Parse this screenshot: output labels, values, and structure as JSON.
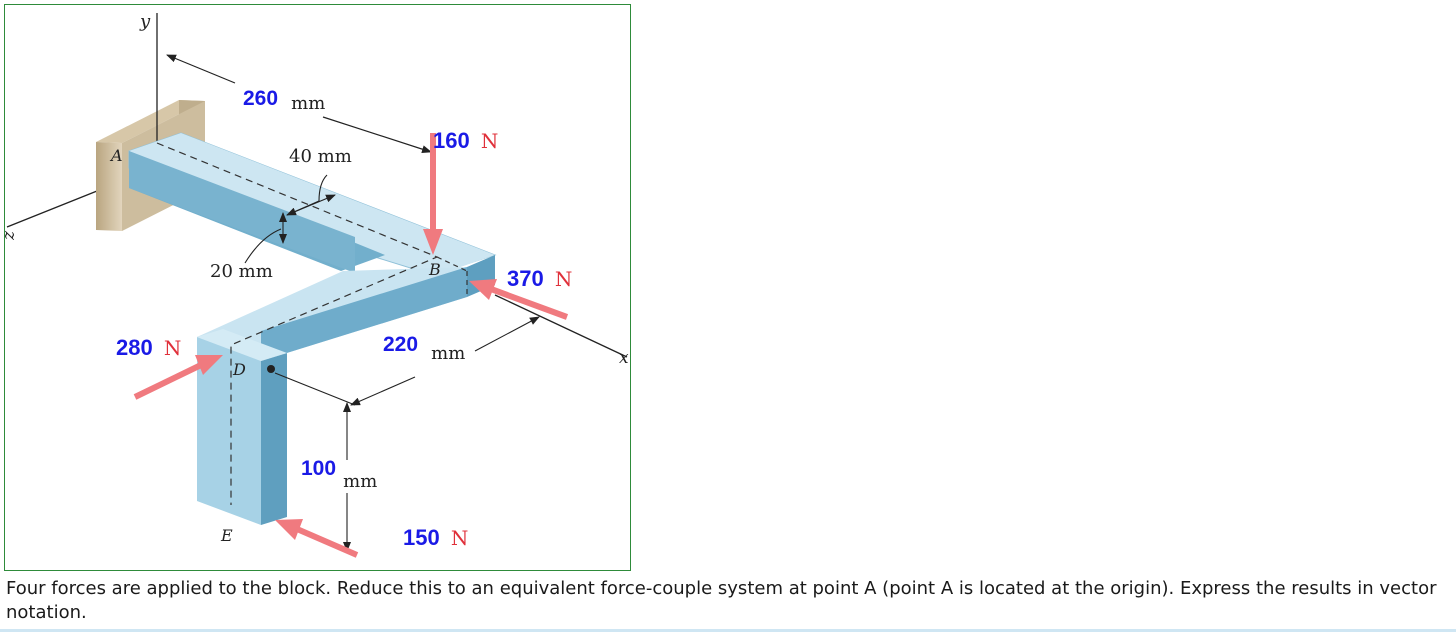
{
  "figure": {
    "axes": {
      "y": "y",
      "x": "x",
      "z": "z"
    },
    "points": {
      "A": "A",
      "B": "B",
      "D": "D",
      "E": "E"
    },
    "dimensions": {
      "d260": {
        "value": "260",
        "unit": "mm"
      },
      "d40": {
        "value": "40 mm"
      },
      "d20": {
        "value": "20 mm"
      },
      "d220": {
        "value": "220",
        "unit": "mm"
      },
      "d100": {
        "value": "100",
        "unit": "mm"
      }
    },
    "forces": {
      "f160": {
        "value": "160",
        "unit": "N"
      },
      "f370": {
        "value": "370",
        "unit": "N"
      },
      "f280": {
        "value": "280",
        "unit": "N"
      },
      "f150": {
        "value": "150",
        "unit": "N"
      }
    },
    "colors": {
      "force_arrow": "#f07a7f",
      "force_value": "#1a1ae6",
      "force_unit": "#e0303a",
      "block_top": "#cde6f2",
      "block_side": "#72afcc",
      "block_front": "#9ccde2",
      "wall": "#c9b79a",
      "frame_border": "#2e8b3a"
    }
  },
  "problem": {
    "text": "Four forces are applied to the block. Reduce this to an equivalent force-couple system at point A (point A is located at the origin). Express the results in vector notation."
  }
}
